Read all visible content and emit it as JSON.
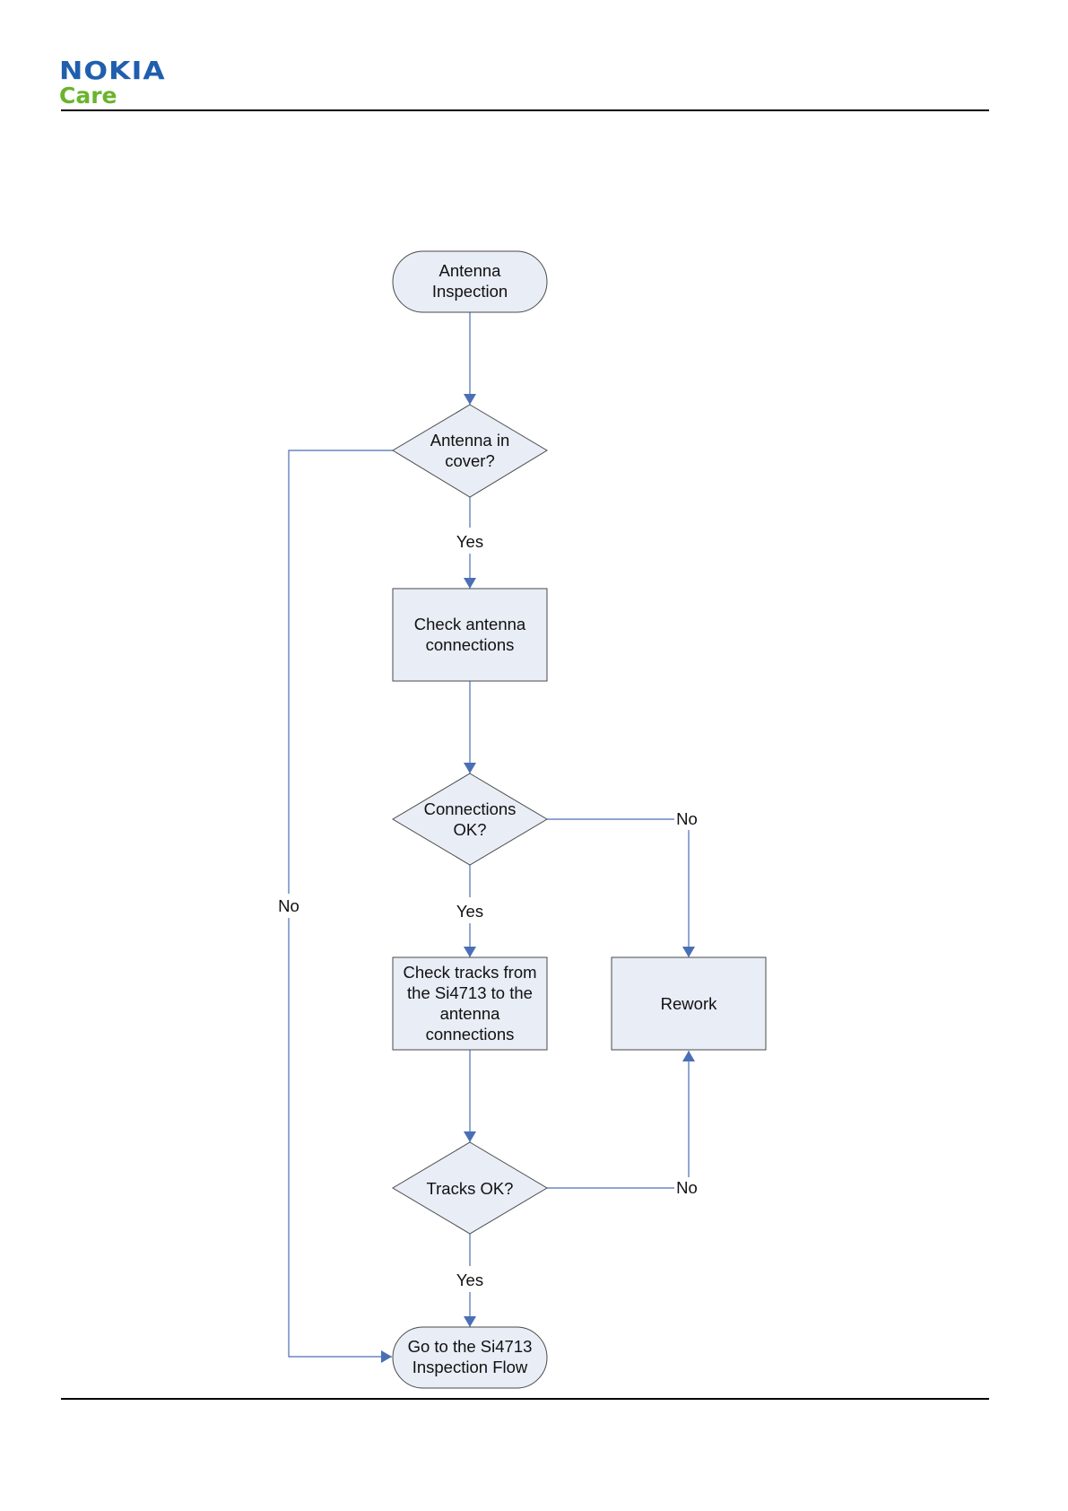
{
  "header": {
    "brand": "NOKIA",
    "brand_sub": "Care"
  },
  "colors": {
    "nokia_blue": "#1f5fae",
    "care_green": "#6ab42d",
    "node_fill": "#e8edf6",
    "node_stroke": "#4a4a4a",
    "arrow": "#4a6fb5"
  },
  "flow": {
    "start": [
      "Antenna",
      "Inspection"
    ],
    "decision_antenna": [
      "Antenna in",
      "cover?"
    ],
    "check_connections": [
      "Check antenna",
      "connections"
    ],
    "decision_connections": [
      "Connections",
      "OK?"
    ],
    "check_tracks": [
      "Check tracks from",
      "the Si4713 to the",
      "antenna",
      "connections"
    ],
    "rework": "Rework",
    "decision_tracks": "Tracks OK?",
    "end": [
      "Go to the Si4713",
      "Inspection Flow"
    ],
    "labels": {
      "yes_1": "Yes",
      "yes_2": "Yes",
      "yes_3": "Yes",
      "no_antenna": "No",
      "no_connections": "No",
      "no_tracks": "No"
    }
  }
}
